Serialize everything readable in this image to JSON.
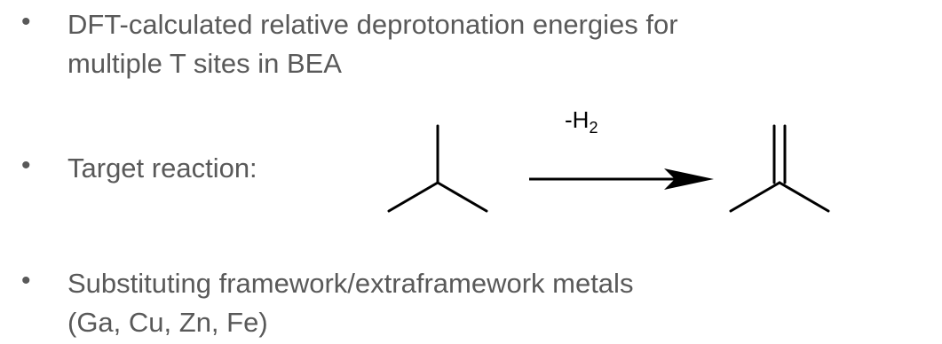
{
  "bullets": [
    {
      "line1": "DFT-calculated relative deprotonation energies for",
      "line2": "multiple T sites in BEA"
    },
    {
      "line1": "Target reaction:"
    },
    {
      "line1": "Substituting framework/extraframework metals",
      "line2": "(Ga, Cu, Zn, Fe)"
    }
  ],
  "reaction": {
    "reagent_prefix": "-H",
    "reagent_subscript": "2",
    "reactant": "isobutane",
    "product": "isobutylene"
  },
  "colors": {
    "text": "#595959",
    "structure": "#000000"
  }
}
